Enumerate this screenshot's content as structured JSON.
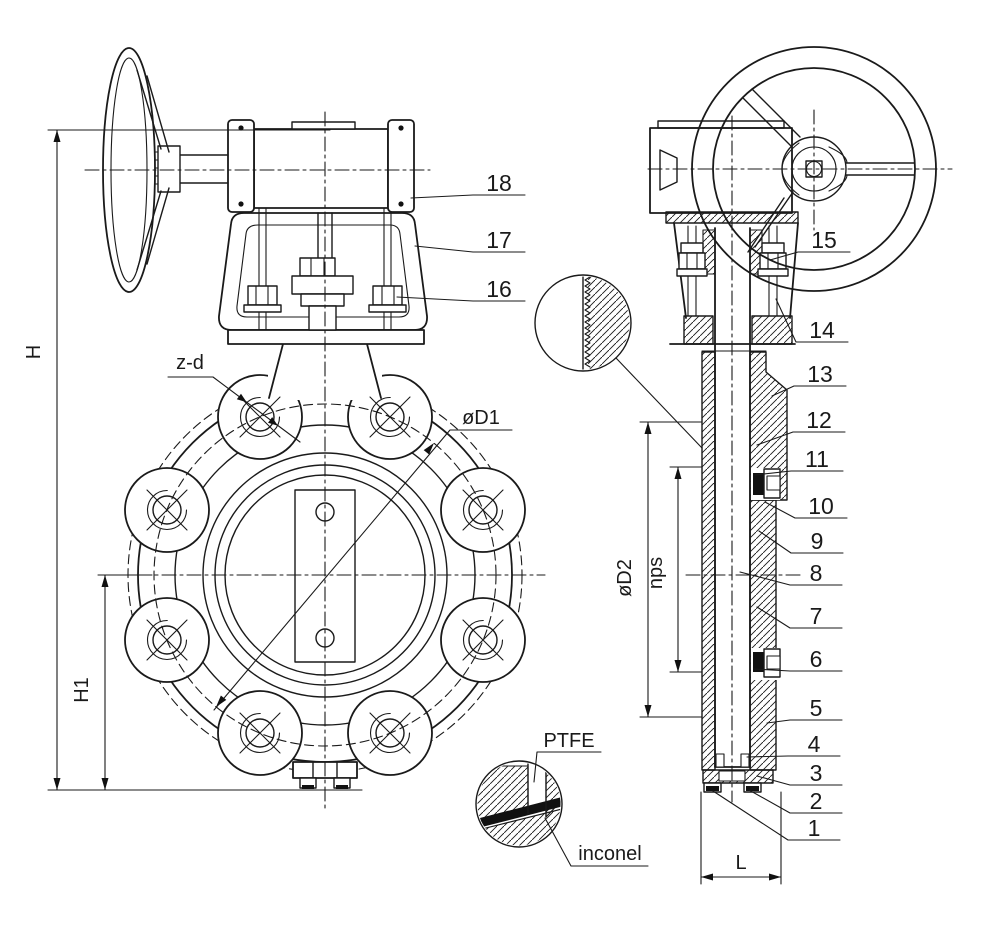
{
  "dims": {
    "H": "H",
    "H1": "H1",
    "L": "L",
    "D1": "øD1",
    "D2": "øD2",
    "nps": "nps",
    "zd": "z-d"
  },
  "materials": {
    "seat": "PTFE",
    "seal": "inconel"
  },
  "callouts": {
    "right": [
      "1",
      "2",
      "3",
      "4",
      "5",
      "6",
      "7",
      "8",
      "9",
      "10",
      "11",
      "12",
      "13",
      "14",
      "15"
    ],
    "left": [
      "16",
      "17",
      "18"
    ]
  }
}
